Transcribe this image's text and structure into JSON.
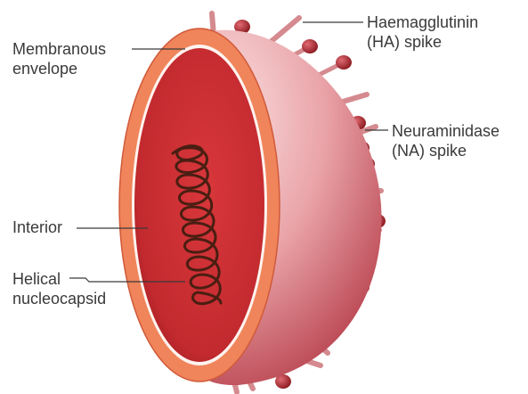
{
  "labels": {
    "membranous_envelope": [
      "Membranous",
      "envelope"
    ],
    "haemagglutinin": [
      "Haemagglutinin",
      "(HA) spike"
    ],
    "neuraminidase": [
      "Neuraminidase",
      "(NA) spike"
    ],
    "interior": [
      "Interior"
    ],
    "helical_nucleocapsid": [
      "Helical",
      "nucleocapsid"
    ]
  },
  "colors": {
    "envelope_rim": "#f0845a",
    "envelope_rim_edge": "#d05a3a",
    "interior": "#c72a2e",
    "interior_dark": "#8e1519",
    "body_light": "#f7d4d4",
    "body_dark": "#b8303a",
    "coil": "#4a1e12",
    "spike_stalk": "#d48a8e",
    "spike_head": "#a8252c",
    "leader": "#3a3a3a",
    "text": "#3a3a3a"
  }
}
